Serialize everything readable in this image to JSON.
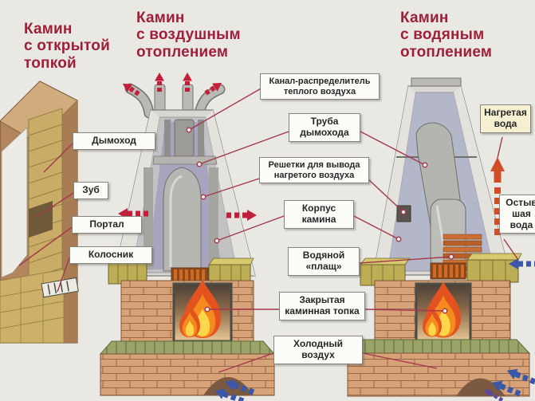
{
  "titles": {
    "left": {
      "lines": [
        "Камин",
        "с открытой",
        "топкой"
      ]
    },
    "middle": {
      "lines": [
        "Камин",
        "с воздушным",
        "отоплением"
      ]
    },
    "right": {
      "lines": [
        "Камин",
        "с водяным",
        "отоплением"
      ]
    }
  },
  "labels": {
    "dymohod": "Дымоход",
    "zub": "Зуб",
    "portal": "Портал",
    "kolosnik": "Колосник",
    "kanal": "Канал-распределитель теплого воздуха",
    "truba": "Труба дымохода",
    "reshetki": "Решетки для вывода нагретого воздуха",
    "korpus": "Корпус камина",
    "vodyanoy": "Водяной «плащ»",
    "zakrytaya": "Закрытая каминная топка",
    "kholodny": "Холодный воздух",
    "nagretaya": "Нагретая вода",
    "ostyvshaya": "Остывшая вода"
  },
  "icons": {
    "hot-air-arrow": "#c21f3a",
    "cold-air-arrow": "#3a57a8",
    "heated-water-arrow": "#cf4e28"
  },
  "colors": {
    "background": "#e9e8e3",
    "title_text": "#9e1f38",
    "pointer_line": "#a3394d",
    "label_background": "#fcfcf9",
    "label_border": "#85857f",
    "water_label_background": "#f6efd2",
    "brick": "#d7a277",
    "yellow_brick": "#bcae54",
    "metal_hood": "#d8d7d2"
  }
}
